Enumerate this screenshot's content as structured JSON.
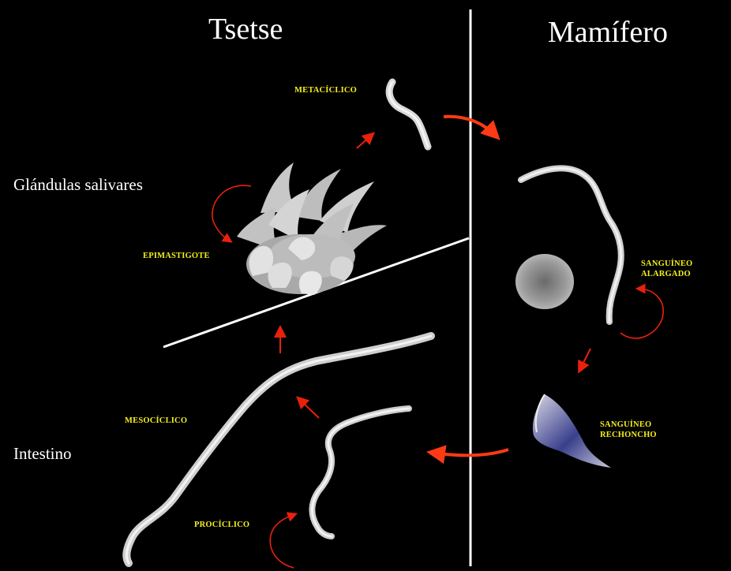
{
  "headings": {
    "vector": "Tsetse",
    "host": "Mamífero"
  },
  "regions": {
    "salivary_glands": "Glándulas salivares",
    "midgut": "Intestino"
  },
  "stages": {
    "metacyclic": "METACÍCLICO",
    "epimastigote": "EPIMASTIGOTE",
    "mesocyclic": "MESOCÍCLICO",
    "procyclic": "PROCÍCLICO",
    "slender_bloodstream": [
      "SANGUÍNEO",
      "ALARGADO"
    ],
    "stumpy_bloodstream": [
      "SANGUÍNEO",
      "RECHONCHO"
    ]
  },
  "colors": {
    "background": "#000000",
    "heading_text": "#ffffff",
    "stage_label": "#f2ee1c",
    "arrow": "#e8210c",
    "divider": "#ffffff",
    "parasite": "#d9d9d9",
    "stumpy_tint": "#3a3f8c"
  }
}
